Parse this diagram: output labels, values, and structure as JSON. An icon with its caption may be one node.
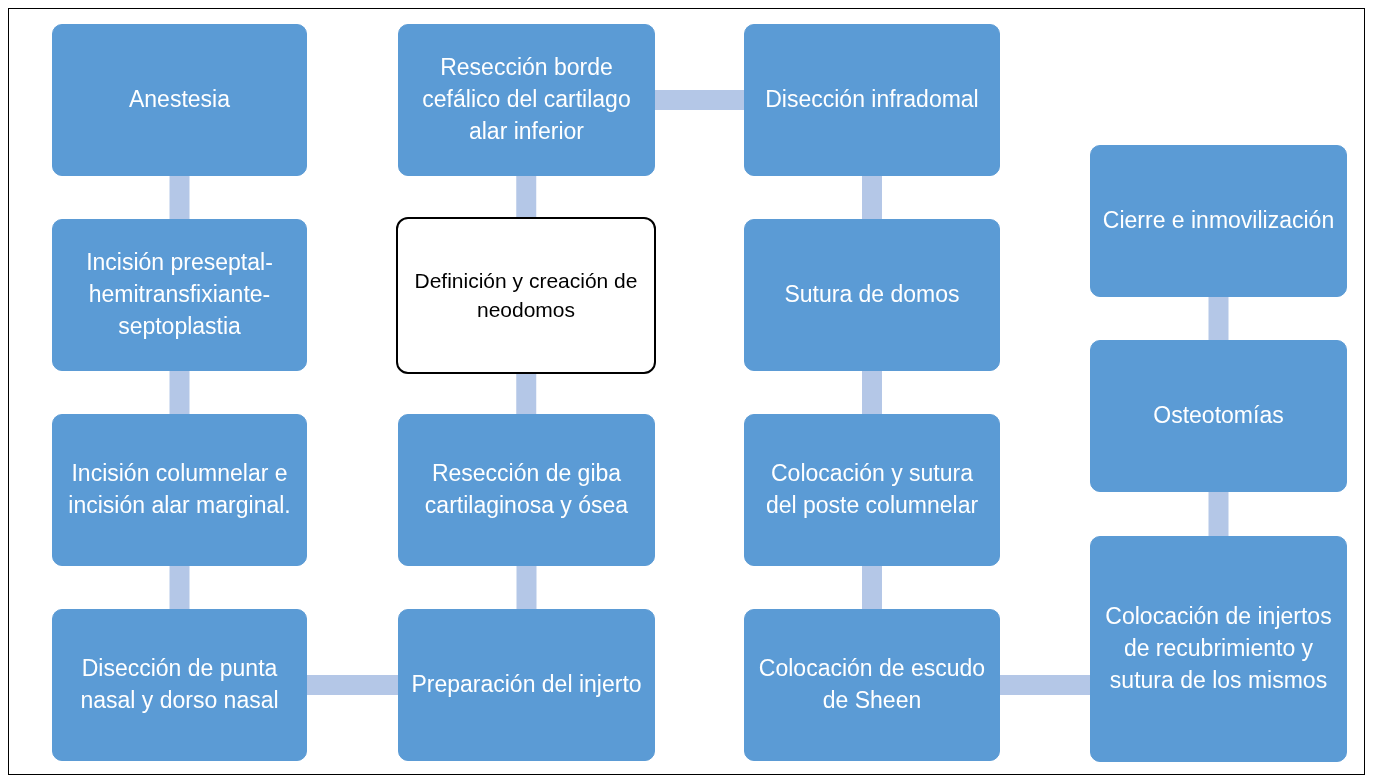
{
  "diagram": {
    "nodes": [
      {
        "text": [
          "Anestesia"
        ]
      },
      {
        "text": [
          "Incisión preseptal-hemitransfixiante-septoplastia"
        ]
      },
      {
        "text": [
          "Incisión columnelar e incisión alar marginal."
        ]
      },
      {
        "text": [
          "Disección de punta nasal y dorso nasal"
        ]
      },
      {
        "text": [
          "Preparación del injerto"
        ]
      },
      {
        "text": [
          "Resección de giba cartilaginosa y ósea"
        ]
      },
      {
        "text": [
          "Definición y creación de neodomos"
        ]
      },
      {
        "text": [
          "Resección borde cefálico del cartilago alar inferior"
        ]
      },
      {
        "text": [
          "Disección infradomal"
        ]
      },
      {
        "text": [
          "Sutura de domos"
        ]
      },
      {
        "text": [
          "Colocación y sutura del poste columnelar"
        ]
      },
      {
        "text": [
          "Colocación de escudo de Sheen"
        ]
      },
      {
        "text": [
          "Colocación de injertos de recubrimiento y sutura de los mismos"
        ]
      },
      {
        "text": [
          "Osteotomías"
        ]
      },
      {
        "text": [
          "Cierre e inmovilización"
        ]
      }
    ],
    "edges": [
      {
        "from": 0,
        "to": 1,
        "arrow": "none"
      },
      {
        "from": 1,
        "to": 2,
        "arrow": "none"
      },
      {
        "from": 2,
        "to": 3,
        "arrow": "none"
      },
      {
        "from": 3,
        "to": 4,
        "arrow": "none"
      },
      {
        "from": 4,
        "to": 5,
        "arrow": "none"
      },
      {
        "from": 5,
        "to": 6,
        "arrow": "none"
      },
      {
        "from": 6,
        "to": 7,
        "arrow": "none"
      },
      {
        "from": 7,
        "to": 8,
        "arrow": "none"
      },
      {
        "from": 8,
        "to": 9,
        "arrow": "none"
      },
      {
        "from": 9,
        "to": 10,
        "arrow": "none"
      },
      {
        "from": 10,
        "to": 11,
        "arrow": "none"
      },
      {
        "from": 11,
        "to": 12,
        "arrow": "none"
      },
      {
        "from": 12,
        "to": 13,
        "arrow": "none"
      },
      {
        "from": 13,
        "to": 14,
        "arrow": "none"
      }
    ]
  }
}
